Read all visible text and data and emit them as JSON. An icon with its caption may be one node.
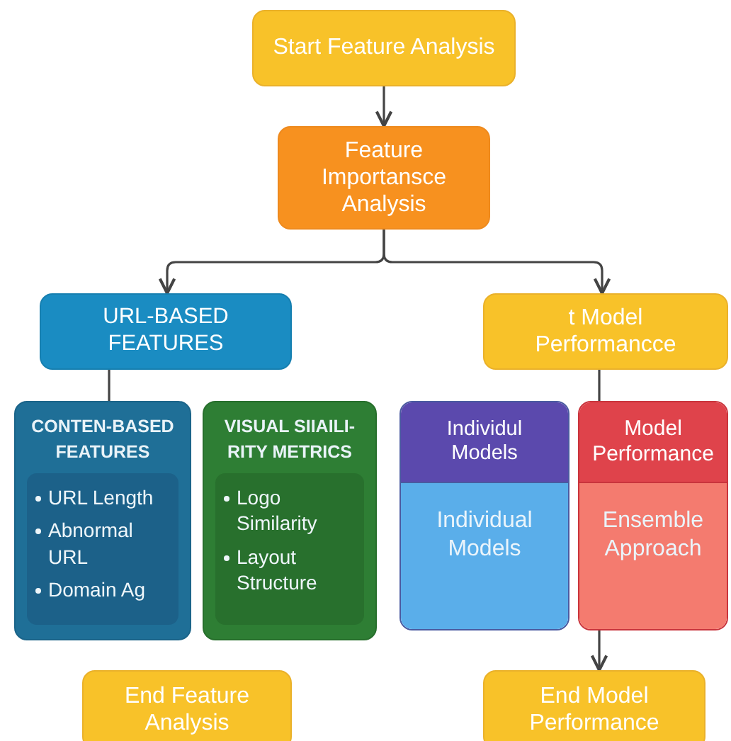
{
  "diagram": {
    "nodes": [
      {
        "text": [
          "Start Feature Analysis"
        ]
      },
      {
        "text": [
          "Feature Importansce Analysis"
        ]
      },
      {
        "text": [
          "URL-BASED FEATURES"
        ]
      },
      {
        "text": [
          "t Model Performancce"
        ]
      },
      {
        "text": [
          "CONTEN-BASED FEATURES"
        ]
      },
      {
        "text": [
          "URL Length",
          "Abnormal URL",
          "Domain Ag"
        ],
        "in": 4
      },
      {
        "text": [
          "VISUAL SIIAILI-RITY METRICS"
        ]
      },
      {
        "text": [
          "Logo Similarity",
          "Layout Structure"
        ],
        "in": 6
      },
      {
        "text": [
          "Individul Models",
          "Individual Models"
        ]
      },
      {
        "text": [
          "Model Performance",
          "Ensemble Approach"
        ]
      },
      {
        "text": [
          "End Feature Analysis"
        ]
      },
      {
        "text": [
          "End Model Performance"
        ]
      }
    ],
    "edges": [
      {
        "from": 0,
        "to": 1,
        "arrow": "to"
      },
      {
        "from": 1,
        "to": 2,
        "arrow": "to"
      },
      {
        "from": 1,
        "to": 3,
        "arrow": "to"
      },
      {
        "from": 2,
        "to": 4,
        "arrow": "none"
      },
      {
        "from": 3,
        "to": 9,
        "arrow": "none"
      },
      {
        "from": 9,
        "to": 11,
        "arrow": "to"
      }
    ]
  }
}
